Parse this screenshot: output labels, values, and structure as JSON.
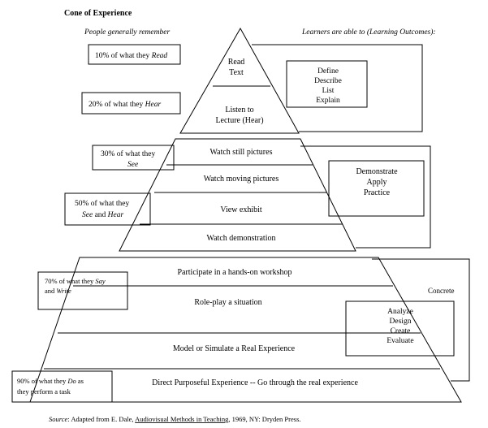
{
  "title": "Cone of Experience",
  "left_header": "People generally remember",
  "right_header": "Learners are able to (Learning Outcomes):",
  "memory_boxes": {
    "read": {
      "pre": "10% of what they ",
      "em": "Read"
    },
    "hear": {
      "pre": "20% of what they ",
      "em": "Hear"
    },
    "see_l1": "30% of what they",
    "see_l2": "See",
    "see_hear_l1": "50% of what they",
    "see_hear_l2a": "See",
    "see_hear_l2b": " and ",
    "see_hear_l2c": "Hear",
    "say_write_l1a": "70% of what they ",
    "say_write_l1b": "Say",
    "say_write_l2a": "and ",
    "say_write_l2b": "Write",
    "do_l1a": "90% of what they ",
    "do_l1b": "Do",
    "do_l1c": " as",
    "do_l2": "they perform a task"
  },
  "cone_levels": {
    "read_l1": "Read",
    "read_l2": "Text",
    "listen_l1": "Listen to",
    "listen_l2": "Lecture (Hear)",
    "still": "Watch still pictures",
    "moving": "Watch moving pictures",
    "exhibit": "View exhibit",
    "demo": "Watch demonstration",
    "workshop": "Participate in a hands-on workshop",
    "roleplay": "Role-play a situation",
    "simulate": "Model or Simulate a Real Experience",
    "direct": "Direct Purposeful Experience -- Go through the real experience"
  },
  "outcomes": {
    "group1": [
      "Define",
      "Describe",
      "List",
      "Explain"
    ],
    "group2": [
      "Demonstrate",
      "Apply",
      "Practice"
    ],
    "group3": [
      "Analyze",
      "Design",
      "Create",
      "Evaluate"
    ]
  },
  "concrete_label": "Concrete",
  "source": {
    "label": "Source",
    "sep": ":  Adapted from E. Dale, ",
    "book": "Audiovisual Methods in Teaching",
    "rest": ", 1969, NY: Dryden Press."
  }
}
